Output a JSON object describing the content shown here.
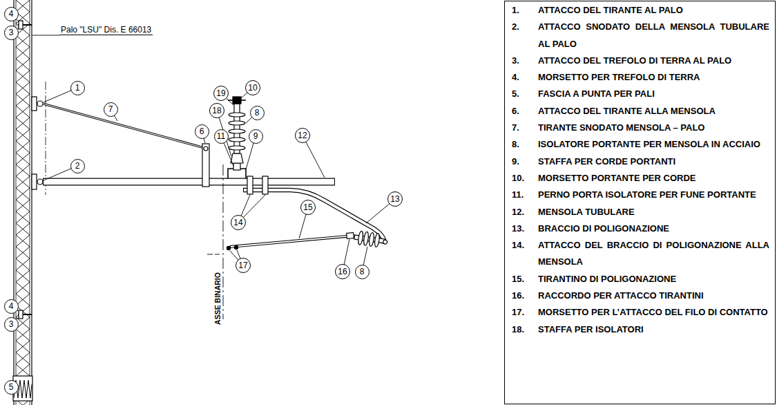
{
  "diagram": {
    "nodes": [
      {
        "text": [
          "4"
        ]
      },
      {
        "text": [
          "3"
        ]
      },
      {
        "text": [
          "1"
        ]
      },
      {
        "text": [
          "10"
        ]
      },
      {
        "text": [
          "19"
        ]
      },
      {
        "text": [
          "7"
        ]
      },
      {
        "text": [
          "18"
        ]
      },
      {
        "text": [
          "8"
        ]
      },
      {
        "text": [
          "6"
        ]
      },
      {
        "text": [
          "11"
        ]
      },
      {
        "text": [
          "9"
        ]
      },
      {
        "text": [
          "12"
        ]
      },
      {
        "text": [
          "2"
        ]
      },
      {
        "text": [
          "15"
        ]
      },
      {
        "text": [
          "13"
        ]
      },
      {
        "text": [
          "14"
        ]
      },
      {
        "text": [
          "17"
        ]
      },
      {
        "text": [
          "16"
        ]
      },
      {
        "text": [
          "8"
        ]
      },
      {
        "text": [
          "4"
        ]
      },
      {
        "text": [
          "3"
        ]
      },
      {
        "text": [
          "5"
        ]
      },
      {
        "text": [
          "1.",
          "ATTACCO DEL TIRANTE AL PALO",
          "2.",
          "ATTACCO SNODATO DELLA MENSOLA TUBULARE AL PALO",
          "3.",
          "ATTACCO DEL TREFOLO DI TERRA AL PALO",
          "4.",
          "MORSETTO PER TREFOLO DI TERRA",
          "5.",
          "FASCIA A PUNTA PER PALI",
          "6.",
          "ATTACCO DEL TIRANTE ALLA MENSOLA",
          "7.",
          "TIRANTE SNODATO MENSOLA – PALO",
          "8.",
          "ISOLATORE PORTANTE PER MENSOLA IN ACCIAIO",
          "9.",
          "STAFFA PER CORDE PORTANTI",
          "10.",
          "MORSETTO PORTANTE PER CORDE",
          "11.",
          "PERNO PORTA ISOLATORE PER FUNE PORTANTE",
          "12.",
          "MENSOLA TUBULARE",
          "13.",
          "BRACCIO DI POLIGONAZIONE",
          "14.",
          "ATTACCO DEL BRACCIO DI POLIGONAZIONE ALLA MENSOLA",
          "15.",
          "TIRANTINO DI POLIGONAZIONE",
          "16.",
          "RACCORDO PER ATTACCO TIRANTINI",
          "17.",
          "MORSETTO PER L’ATTACCO DEL FILO DI CONTATTO",
          "18.",
          "STAFFA PER ISOLATORI"
        ]
      }
    ],
    "labels": [
      "Palo \"LSU\" Dis. E 66013",
      "ASSE BINARIO"
    ]
  }
}
